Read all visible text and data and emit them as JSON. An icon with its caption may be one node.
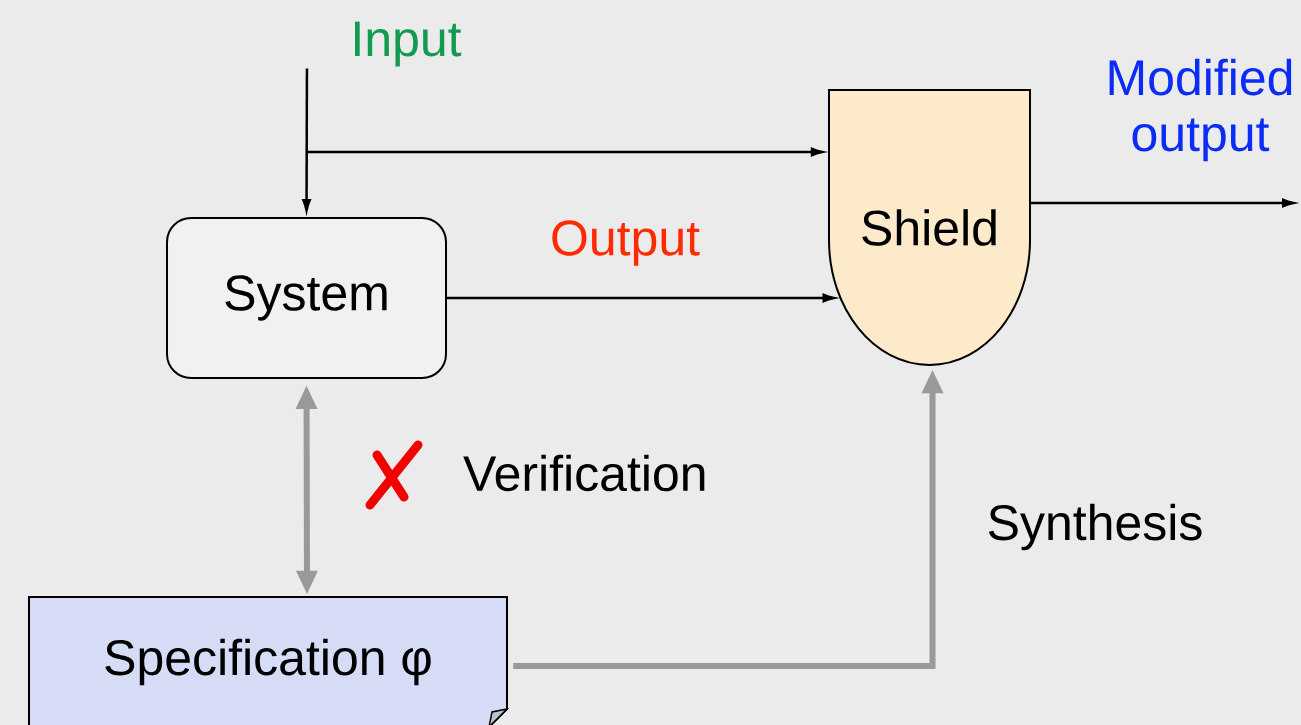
{
  "diagram": {
    "nodes": [
      {
        "text": [
          "System"
        ]
      },
      {
        "text": [
          "Shield"
        ]
      },
      {
        "text": [
          "Specification φ"
        ]
      }
    ],
    "edges": [
      {
        "from": null,
        "to": 0,
        "arrow": "to",
        "label": "Input"
      },
      {
        "from": null,
        "to": 1,
        "arrow": "to"
      },
      {
        "from": 0,
        "to": 1,
        "arrow": "to",
        "label": "Output"
      },
      {
        "from": 1,
        "to": null,
        "arrow": "to",
        "label": "Modified output"
      },
      {
        "from": 0,
        "to": 2,
        "arrow": "both",
        "label": "Verification",
        "style": "thick",
        "color": "#999999"
      },
      {
        "from": 2,
        "to": 1,
        "arrow": "to",
        "label": "Synthesis",
        "style": "thick",
        "color": "#999999"
      }
    ]
  }
}
